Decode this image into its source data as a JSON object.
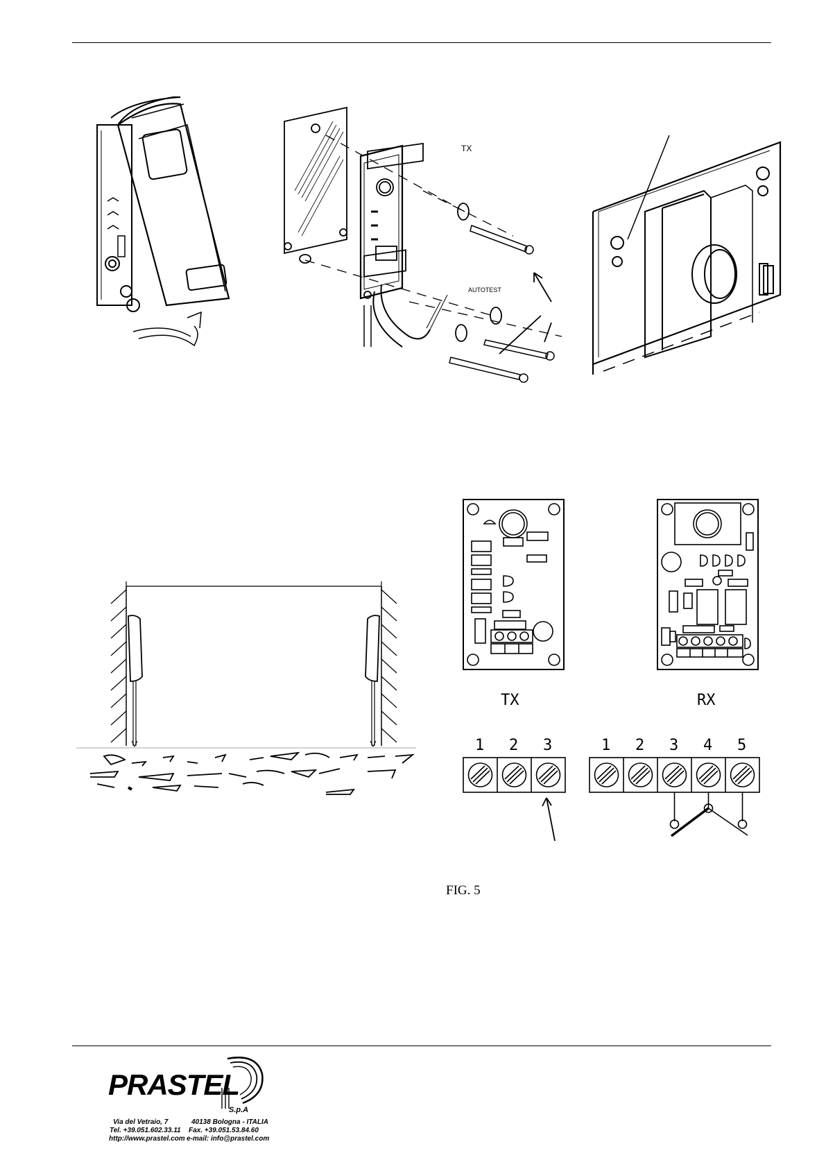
{
  "figure_labels": {
    "tx_top": "TX",
    "autotest": "AUTOTEST",
    "tx_board": "TX",
    "rx_board": "RX",
    "caption": "FIG. 5"
  },
  "terminals": {
    "tx": [
      "1",
      "2",
      "3"
    ],
    "rx": [
      "1",
      "2",
      "3",
      "4",
      "5"
    ]
  },
  "footer": {
    "brand": "PRASTEL",
    "suffix": "S.p.A",
    "address_line": "Via del Vetraio, 7",
    "city": "40138 Bologna - ITALIA",
    "tel": "Tel. +39.051.602.33.11",
    "fax": "Fax. +39.051.53.84.60",
    "web": "http://www.prastel.com",
    "email": "e-mail: info@prastel.com"
  }
}
